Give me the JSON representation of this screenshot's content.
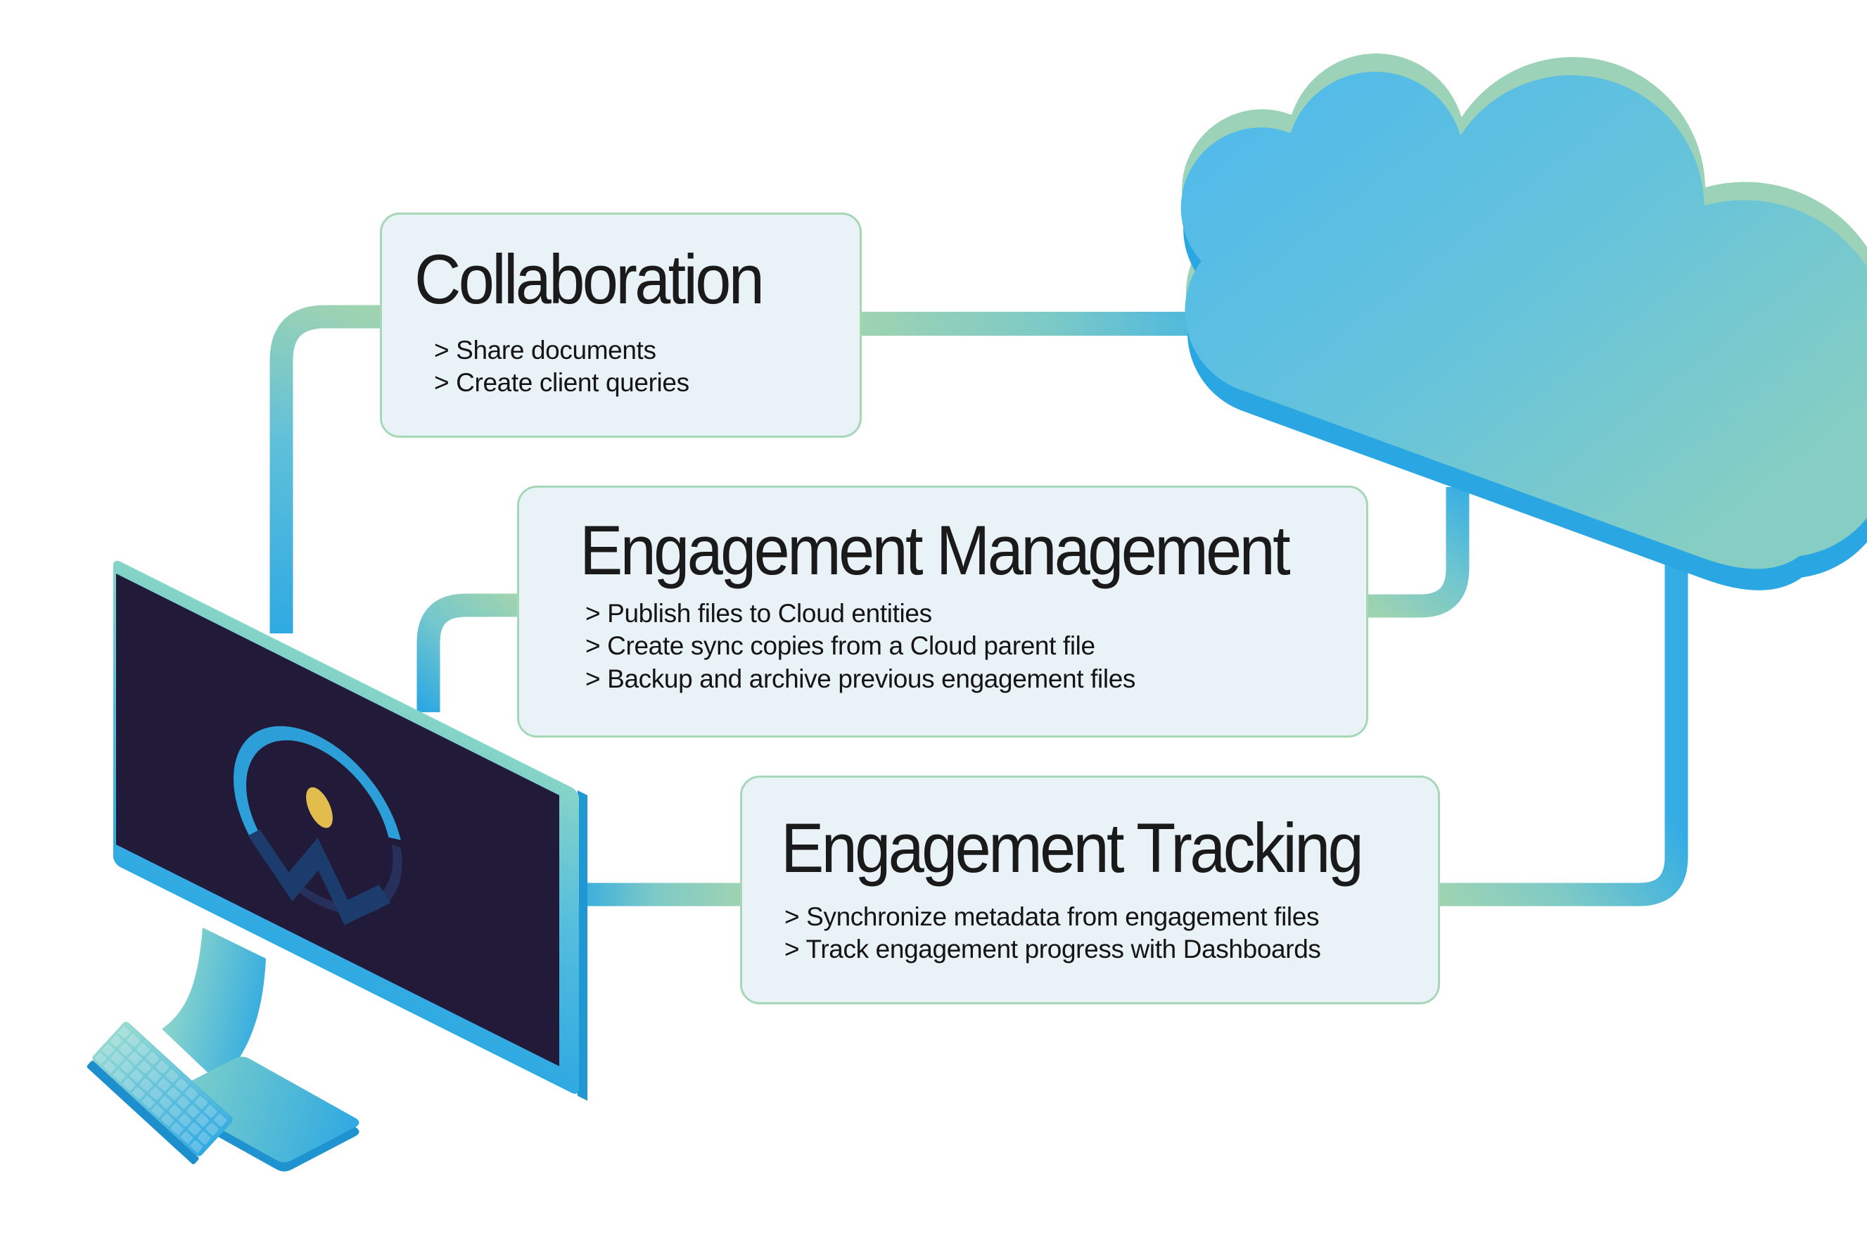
{
  "page": {
    "background": "#ffffff",
    "description_labels": {}
  },
  "boxes": [
    {
      "title": "Collaboration",
      "bullets": [
        "> Share documents",
        "> Create client queries"
      ]
    },
    {
      "title": "Engagement Management",
      "bullets": [
        "> Publish files to Cloud entities",
        "> Create sync copies from a Cloud parent file",
        "> Backup and archive previous engagement files"
      ]
    },
    {
      "title": "Engagement Tracking",
      "bullets": [
        "> Synchronize metadata from engagement files",
        "> Track engagement progress with Dashboards"
      ]
    }
  ],
  "colors": {
    "card_background": "#e9f2f7",
    "card_border_green": "#a6d7b7",
    "text_dark": "#1a1a1a",
    "line_blue": "#2fa9e2",
    "line_teal": "#7ecac6",
    "line_green": "#9ed3b2",
    "cloud_blue": "#53bbe9",
    "cloud_teal_green": "#86cec3",
    "cloud_rim_blue": "#2aa7e2",
    "cloud_back_green": "#9cd2b7",
    "screen_navy": "#211b39",
    "logo_arc_blue": "#2d9fd8",
    "logo_w_navy": "#1d3c6e",
    "logo_gold": "#e2bc4d",
    "monitor_frame_teal": "#86d4c7",
    "monitor_frame_blue": "#2fa9e2"
  }
}
